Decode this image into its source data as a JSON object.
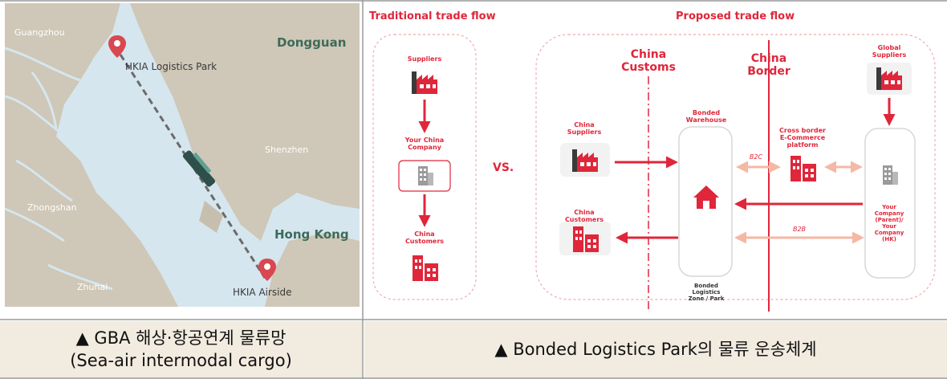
{
  "map": {
    "labels": {
      "guangzhou": "Guangzhou",
      "dongguan": "Dongguan",
      "shenzhen": "Shenzhen",
      "zhongshan": "Zhongshan",
      "hong_kong": "Hong Kong",
      "zhuhai": "Zhuhai",
      "logistics_park": "HKIA Logistics Park",
      "airside": "HKIA Airside"
    }
  },
  "flow": {
    "traditional_title": "Traditional trade flow",
    "proposed_title": "Proposed trade flow",
    "traditional": {
      "suppliers": "Suppliers",
      "company": [
        "Your China",
        "Company"
      ],
      "customers": [
        "China",
        "Customers"
      ]
    },
    "vs": "VS.",
    "china_customs": [
      "China",
      "Customs"
    ],
    "china_border": [
      "China",
      "Border"
    ],
    "global_suppliers": [
      "Global",
      "Suppliers"
    ],
    "china_suppliers": [
      "China",
      "Suppliers"
    ],
    "china_customers": [
      "China",
      "Customers"
    ],
    "bonded_warehouse": [
      "Bonded",
      "Warehouse"
    ],
    "bonded_zone": [
      "Bonded",
      "Logistics",
      "Zone / Park"
    ],
    "cross_border": [
      "Cross border",
      "E-Commerce",
      "platform"
    ],
    "b2c": "B2C",
    "b2b": "B2B",
    "your_company": [
      "Your",
      "Company",
      "(Parent)/",
      "Your",
      "Company",
      "(HK)"
    ]
  },
  "captions": {
    "left": [
      "▲ GBA 해상·항공연계 물류망",
      "(Sea-air intermodal cargo)"
    ],
    "right": "▲ Bonded Logistics Park의 물류 운송체계"
  },
  "colors": {
    "accent": "#e0263a",
    "water": "#d5e6ef",
    "land": "#cfc7b7",
    "caption_bg": "#f1ebe0"
  }
}
